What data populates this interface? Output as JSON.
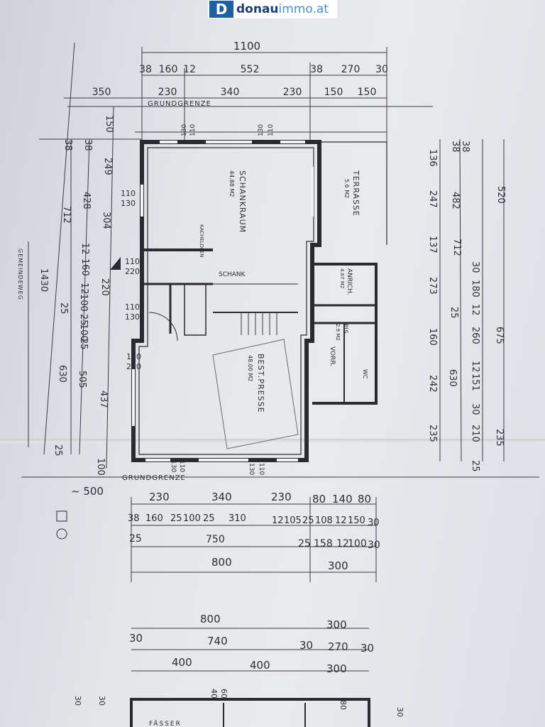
{
  "logo": {
    "mark": "D",
    "brand": "donau",
    "domain": "immo.at"
  },
  "rooms": {
    "schankraum": "SCHANKRAUM",
    "schankraum_area": "44.88 M2",
    "terrasse": "TERRASSE",
    "terrasse_area": "5.6 M2",
    "best_presse": "BEST.PRESSE",
    "best_presse_area": "48.00 M2",
    "schank": "SCHANK",
    "kachelofen": "KACHELOFEN",
    "anrichte": "ANRICH.",
    "anrichte_area": "4.67 M2",
    "pis": "PIS",
    "pis_area": "2.9 M2",
    "vorr": "VORR.",
    "wc": "WC",
    "faesser": "FÄSSER"
  },
  "labels": {
    "grundgrenze_top": "GRUNDGRENZE",
    "grundgrenze_bottom": "GRUNDGRENZE",
    "gemeindeweg": "GEMEINDEWEG"
  },
  "dimensions": {
    "top_row1": "1100",
    "top_row2": [
      "38",
      "160",
      "12",
      "552",
      "38",
      "270",
      "30"
    ],
    "top_row3": [
      "350",
      "230",
      "340",
      "230",
      "150",
      "150"
    ],
    "top_openings": [
      "130",
      "110",
      "130",
      "110"
    ],
    "left_col1": [
      "150",
      "249",
      "304",
      "220",
      "437",
      "100"
    ],
    "left_col2": [
      "38",
      "428",
      "12",
      "160",
      "12",
      "100",
      "25",
      "100",
      "25",
      "505"
    ],
    "left_col3": [
      "38",
      "712",
      "25",
      "630",
      "25"
    ],
    "left_total": "1430",
    "left_windows": [
      "110",
      "130",
      "110",
      "220",
      "110",
      "130",
      "170",
      "220"
    ],
    "right_col1": [
      "136",
      "247",
      "137",
      "273",
      "160",
      "242",
      "235"
    ],
    "right_col2": [
      "38",
      "482",
      "30",
      "180",
      "12",
      "260",
      "12",
      "151",
      "30",
      "210",
      "25"
    ],
    "right_col3": [
      "38",
      "712",
      "25",
      "630"
    ],
    "right_col4": [
      "520",
      "675",
      "235"
    ],
    "bottom_row1": [
      "~ 500",
      "230",
      "340",
      "230",
      "80",
      "140",
      "80"
    ],
    "bottom_row2": [
      "38",
      "160",
      "25",
      "100",
      "25",
      "310",
      "12",
      "105",
      "25",
      "108",
      "12",
      "150",
      "30"
    ],
    "bottom_row3": [
      "25",
      "750",
      "25",
      "158",
      "12",
      "100",
      "30"
    ],
    "bottom_row4": [
      "800",
      "300"
    ],
    "bottom_openings": [
      "130",
      "110",
      "130",
      "110"
    ],
    "lower_row1": [
      "800",
      "300"
    ],
    "lower_row2": [
      "30",
      "740",
      "30",
      "270",
      "30"
    ],
    "lower_row3": [
      "400",
      "400",
      "300"
    ],
    "lower_row4": [
      "30",
      "40",
      "60",
      "30",
      "80",
      "30"
    ]
  }
}
